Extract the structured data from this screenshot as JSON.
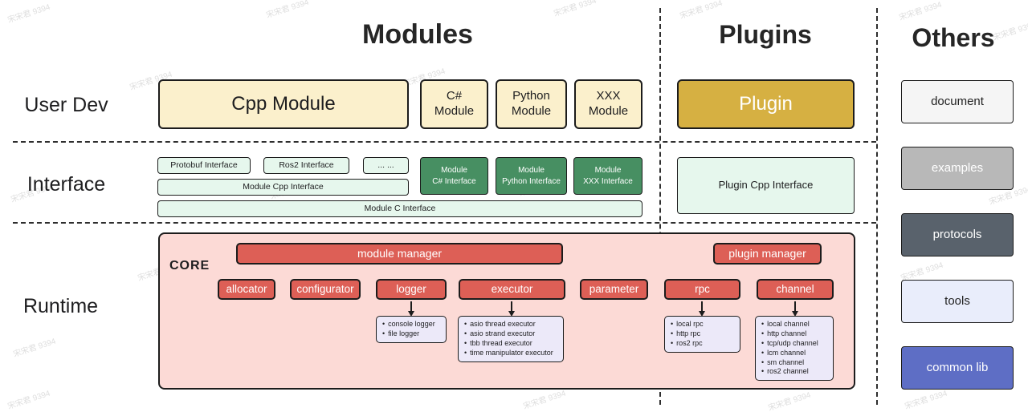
{
  "watermark": {
    "text": "宋宋君 9394"
  },
  "headers": {
    "modules": "Modules",
    "plugins": "Plugins",
    "others": "Others"
  },
  "row_labels": {
    "user_dev": "User Dev",
    "interface": "Interface",
    "runtime": "Runtime"
  },
  "user_dev": {
    "cpp_module": "Cpp Module",
    "csharp_module": {
      "lines": [
        "C#",
        "Module"
      ]
    },
    "python_module": {
      "lines": [
        "Python",
        "Module"
      ]
    },
    "xxx_module": {
      "lines": [
        "XXX",
        "Module"
      ]
    },
    "plugin": "Plugin"
  },
  "interface": {
    "protobuf": "Protobuf Interface",
    "ros2": "Ros2 Interface",
    "dots": "... ...",
    "module_cpp": "Module Cpp Interface",
    "module_c": "Module C Interface",
    "module_csharp": {
      "lines": [
        "Module",
        "C# Interface"
      ]
    },
    "module_python": {
      "lines": [
        "Module",
        "Python Interface"
      ]
    },
    "module_xxx": {
      "lines": [
        "Module",
        "XXX Interface"
      ]
    },
    "plugin_cpp": "Plugin Cpp Interface"
  },
  "runtime": {
    "core_label": "CORE",
    "module_manager": "module manager",
    "plugin_manager": "plugin manager",
    "components": [
      "allocator",
      "configurator",
      "logger",
      "executor",
      "parameter",
      "rpc",
      "channel"
    ],
    "logger_impls": [
      "console logger",
      "file logger"
    ],
    "executor_impls": [
      "asio thread executor",
      "asio strand executor",
      "tbb thread executor",
      "time manipulator executor"
    ],
    "rpc_impls": [
      "local rpc",
      "http rpc",
      "ros2 rpc"
    ],
    "channel_impls": [
      "local channel",
      "http channel",
      "tcp/udp channel",
      "lcm channel",
      "sm channel",
      "ros2 channel"
    ]
  },
  "others": {
    "items": [
      "document",
      "examples",
      "protocols",
      "tools",
      "common lib"
    ]
  },
  "colors": {
    "module_fill": "#fbf0cc",
    "plugin_fill": "#d6b042",
    "interface_light_fill": "#e6f7ed",
    "interface_dark_fill": "#478f62",
    "core_fill": "#fcdad6",
    "component_fill": "#dd5f56",
    "impl_fill": "#ece9f9",
    "others_document": "#f5f5f5",
    "others_examples": "#b8b8b8",
    "others_protocols": "#59626c",
    "others_tools": "#e9edfb",
    "others_common_lib": "#5e6ec5",
    "border": "#1c1c1c"
  }
}
